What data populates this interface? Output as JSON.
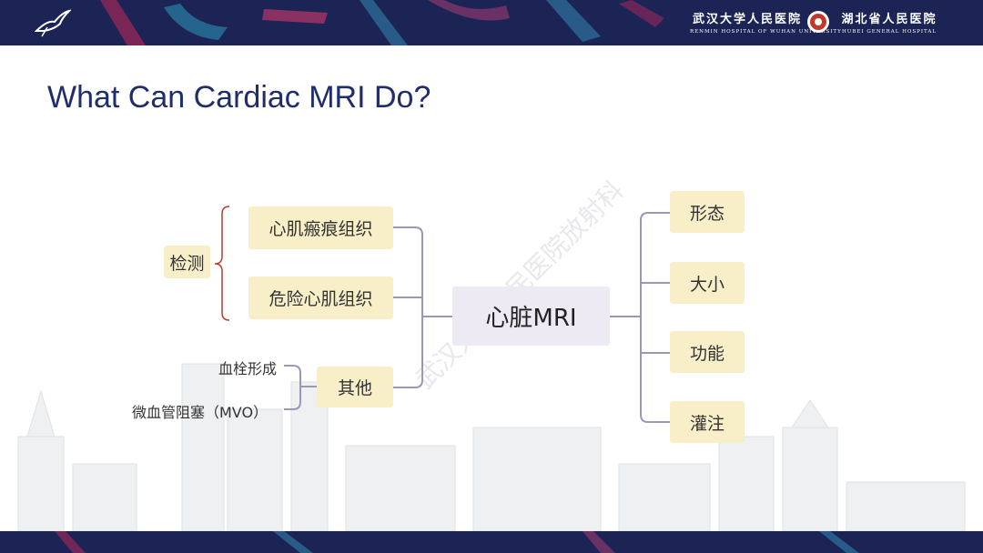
{
  "slide": {
    "title": "What Can Cardiac MRI Do?"
  },
  "header": {
    "hospital_left_cn": "武汉大学人民医院",
    "hospital_left_en": "RENMIN HOSPITAL OF WUHAN UNIVERSITY",
    "hospital_right_cn": "湖北省人民医院",
    "hospital_right_en": "HUBEI GENERAL HOSPITAL"
  },
  "watermark": "武汉大学人民医院放射科",
  "mindmap": {
    "center": "心脏MRI",
    "left": {
      "detect_label": "检测",
      "detect_items": [
        "心肌瘢痕组织",
        "危险心肌组织"
      ],
      "other_label": "其他",
      "other_items": [
        "血栓形成",
        "微血管阻塞（MVO）"
      ]
    },
    "right_items": [
      "形态",
      "大小",
      "功能",
      "灌注"
    ]
  },
  "colors": {
    "banner": "#1b2455",
    "title": "#1f2d6b",
    "node_yellow": "#f8efc8",
    "node_center": "#eeeaf3",
    "connector": "#9b97b5",
    "brace": "#c0392b"
  }
}
